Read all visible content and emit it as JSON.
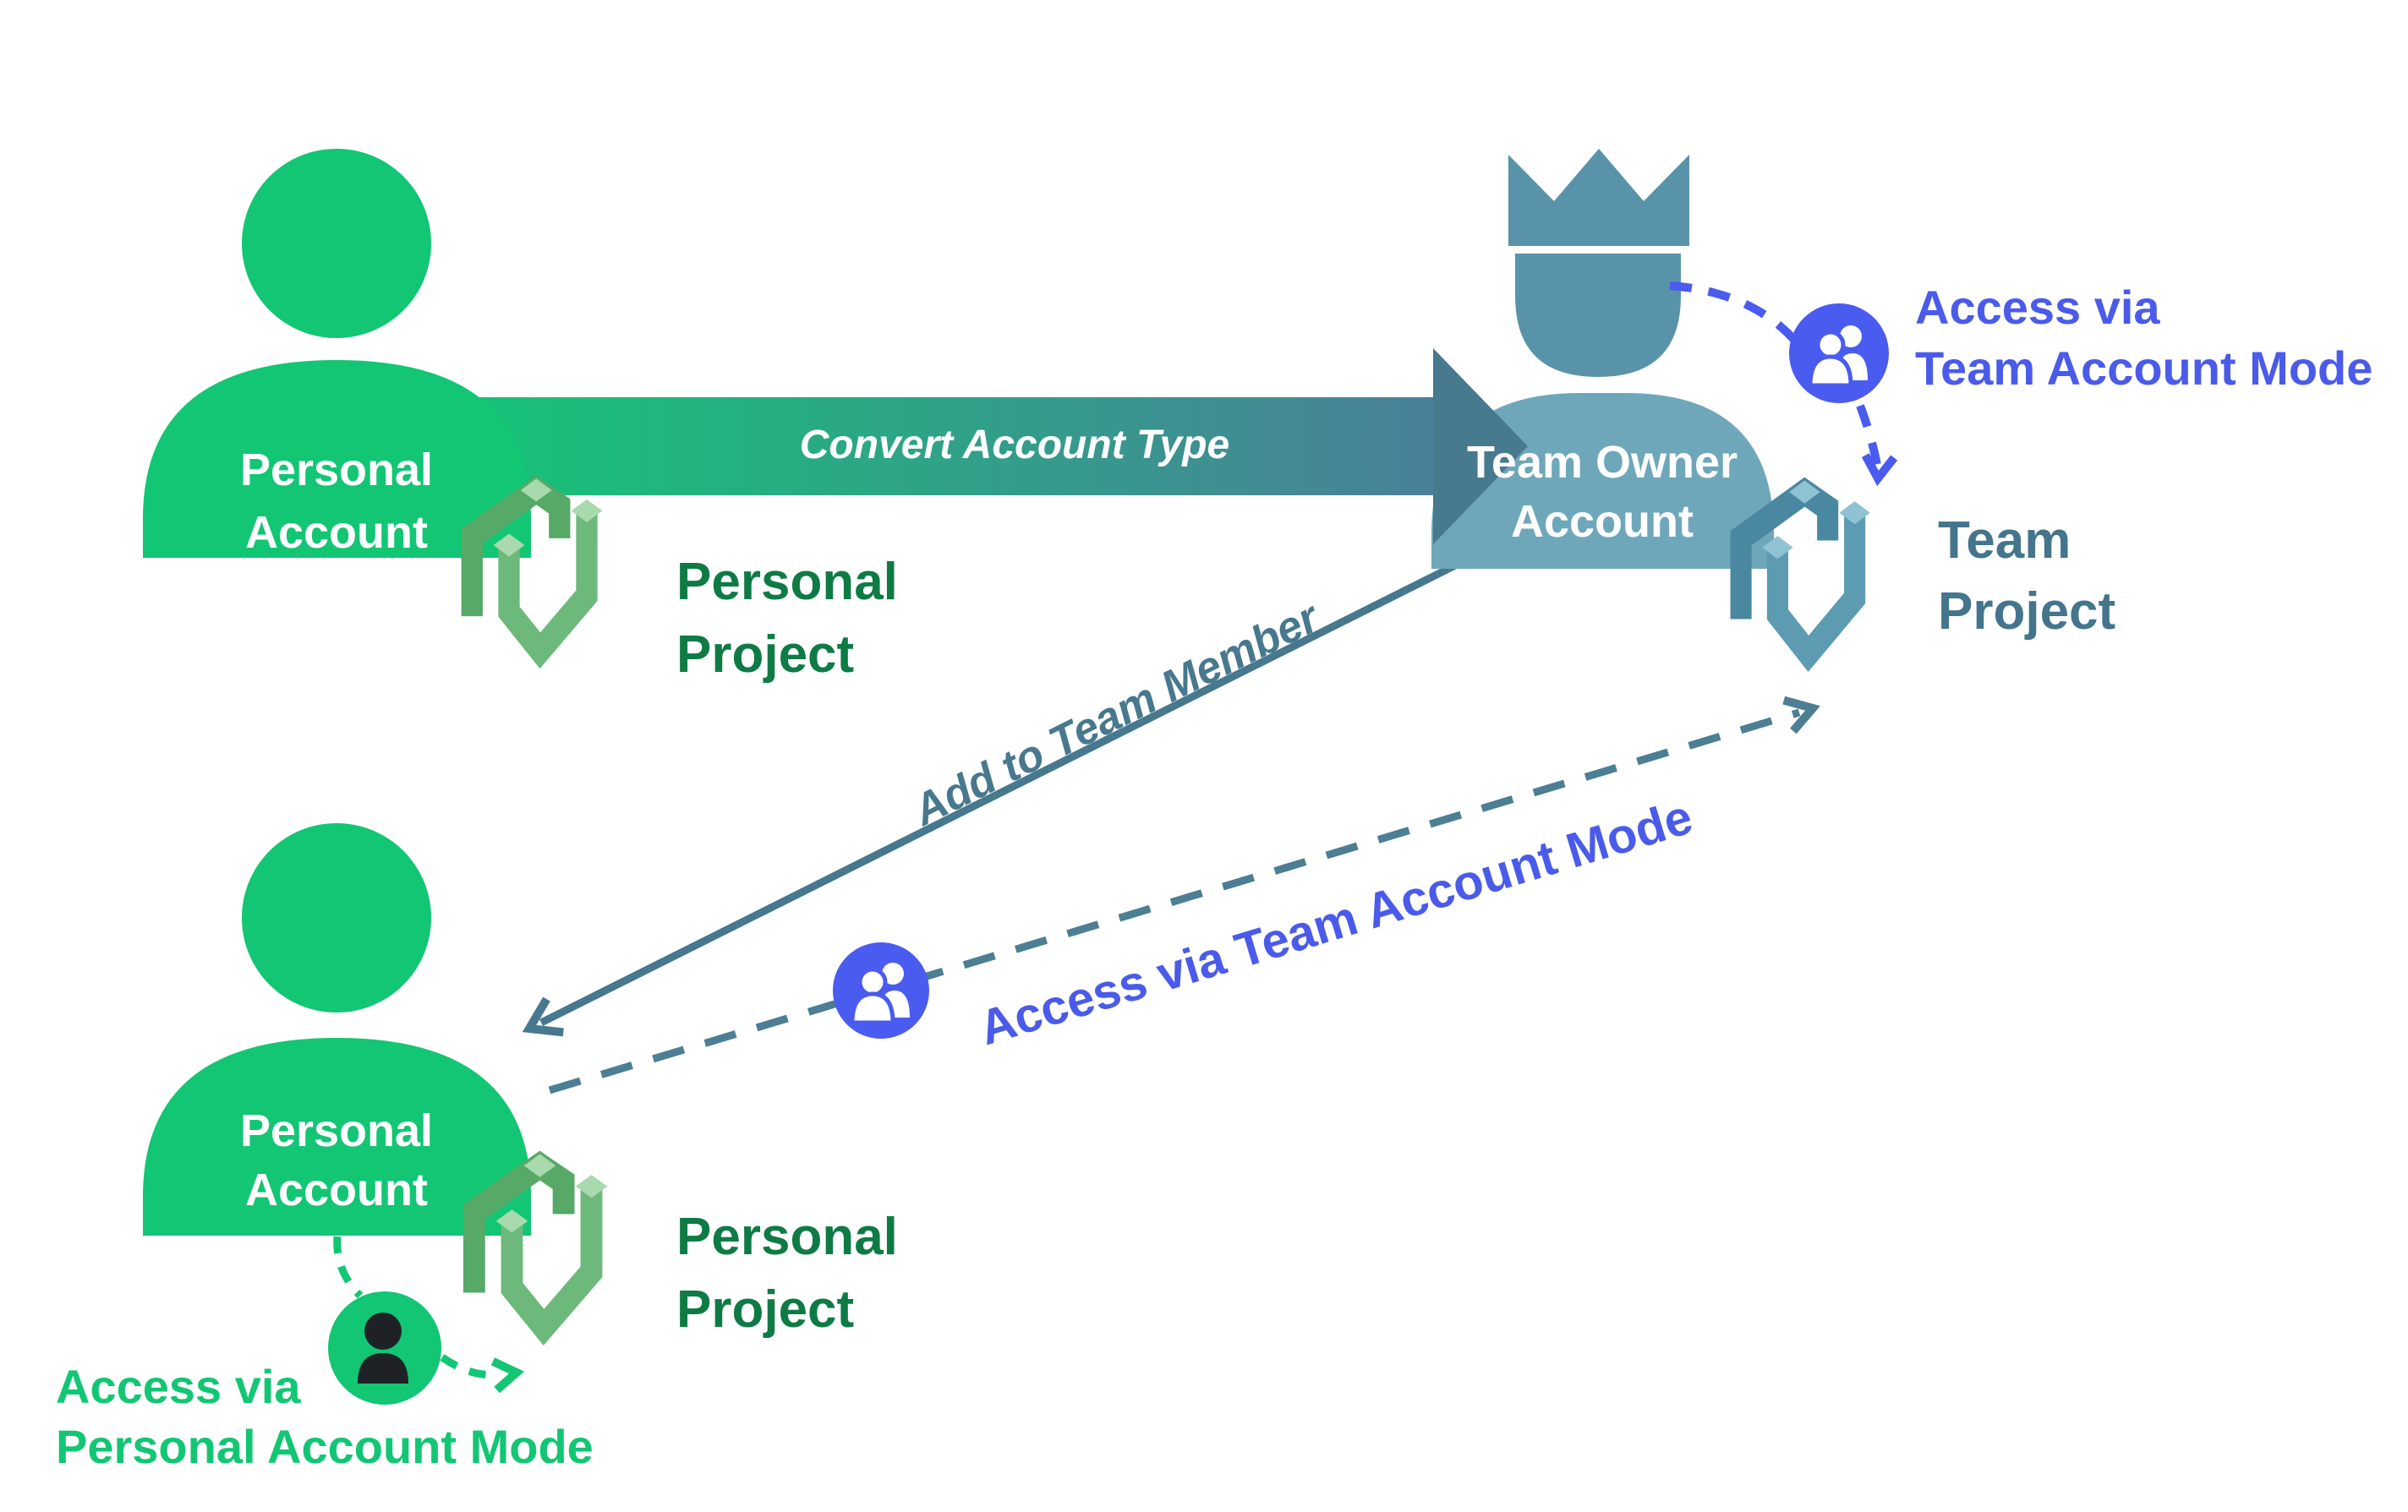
{
  "colors": {
    "green": "#12C674",
    "green_text_dark": "#0E7B45",
    "teal_body": "#6FA7BA",
    "teal_head": "#5893A9",
    "teal_line": "#47788E",
    "teal_dashed": "#4C7E94",
    "teal_text": "#44758C",
    "blue": "#4A5BF0",
    "blue_text": "#4A5BEA",
    "arrow_gradient_start": "#13C675",
    "arrow_gradient_end": "#4A8099"
  },
  "top_personal_account": {
    "line1": "Personal",
    "line2": "Account"
  },
  "convert_arrow": {
    "label": "Convert Account Type"
  },
  "team_owner_account": {
    "line1": "Team Owner",
    "line2": "Account"
  },
  "personal_project_top": {
    "line1": "Personal",
    "line2": "Project"
  },
  "team_project": {
    "line1": "Team",
    "line2": "Project"
  },
  "access_via_team_top": {
    "line1": "Access via",
    "line2": "Team Account Mode"
  },
  "add_to_team_member": {
    "label": "Add to Team Member"
  },
  "access_via_team_diagonal": {
    "label": "Access via Team Account Mode"
  },
  "bottom_personal_account": {
    "line1": "Personal",
    "line2": "Account"
  },
  "personal_project_bottom": {
    "line1": "Personal",
    "line2": "Project"
  },
  "access_via_personal": {
    "line1": "Access via",
    "line2": "Personal Account Mode"
  },
  "icons": {
    "crown": "crown-icon",
    "personal_user_top": "user-avatar-icon",
    "personal_user_bottom": "user-avatar-icon",
    "team_owner_user": "team-owner-avatar-icon",
    "team_users_top": "team-users-icon",
    "team_users_middle": "team-users-icon",
    "personal_mode_person": "person-icon",
    "project_cube": "project-cube-icon"
  }
}
